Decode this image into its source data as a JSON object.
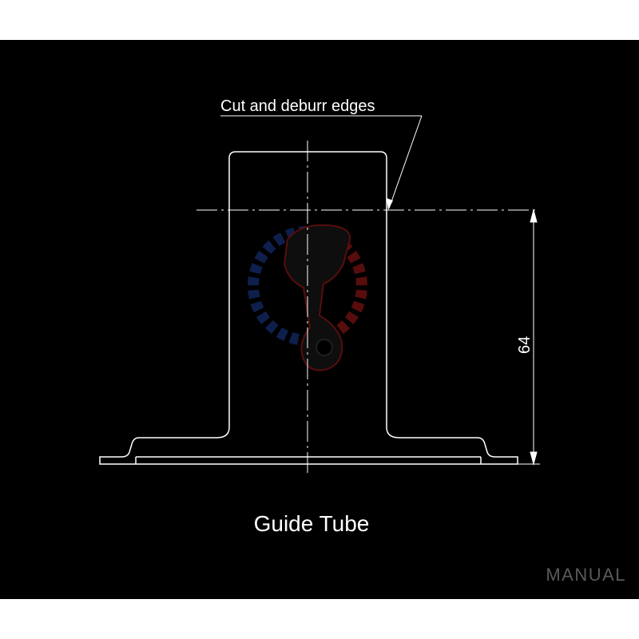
{
  "callout": {
    "text": "Cut and deburr edges"
  },
  "dimension": {
    "value": "64"
  },
  "caption": {
    "text": "Guide Tube"
  },
  "watermark": {
    "text": "MANUAL"
  },
  "logo": {
    "type": "piston-gear-logo",
    "colors": [
      "#1a3a8a",
      "#a01818",
      "#1a1a1a"
    ]
  },
  "colors": {
    "background": "#000000",
    "line": "#ffffff",
    "frame": "#ffffff",
    "watermark": "#5a5a5a"
  }
}
